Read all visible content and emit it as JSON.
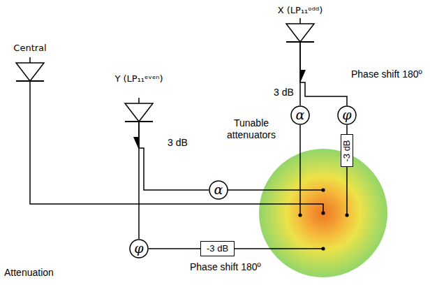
{
  "diagram": {
    "nodes": [
      {
        "text": [
          "X (LP₁₁ᵒᵈᵈ)"
        ]
      },
      {
        "text": [
          "Y (LP₁₁ᵉᵛᵉⁿ)"
        ]
      },
      {
        "text": [
          "Central"
        ]
      },
      {
        "text": [
          "α"
        ]
      },
      {
        "text": [
          "φ"
        ]
      },
      {
        "text": [
          "-3 dB"
        ]
      },
      {
        "text": [
          "α"
        ]
      },
      {
        "text": [
          "φ"
        ]
      },
      {
        "text": [
          "-3 dB"
        ]
      }
    ],
    "edges": [
      {
        "from": 0,
        "to": 3,
        "arrow": "none"
      },
      {
        "from": 0,
        "to": 4,
        "arrow": "none"
      },
      {
        "from": 4,
        "to": 5,
        "arrow": "none"
      },
      {
        "from": 1,
        "to": 6,
        "arrow": "none"
      },
      {
        "from": 1,
        "to": 7,
        "arrow": "none"
      },
      {
        "from": 7,
        "to": 8,
        "arrow": "none"
      }
    ],
    "labels": [
      "3 dB",
      "Phase shift 180º",
      "Tunable attenuators",
      "3 dB",
      "Phase shift 180º",
      "Attenuation"
    ]
  }
}
